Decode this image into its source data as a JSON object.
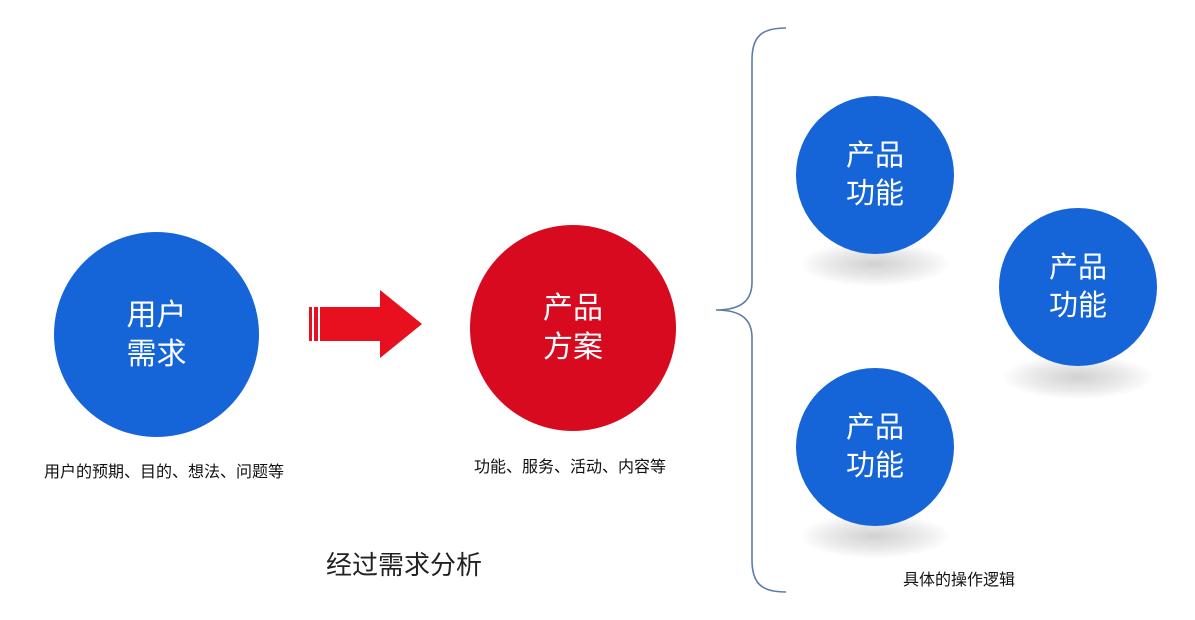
{
  "nodes": {
    "user_need": {
      "line1": "用户",
      "line2": "需求",
      "caption": "用户的预期、目的、想法、问题等"
    },
    "product_plan": {
      "line1": "产品",
      "line2": "方案",
      "caption": "功能、服务、活动、内容等"
    },
    "feature_1": {
      "line1": "产品",
      "line2": "功能"
    },
    "feature_2": {
      "line1": "产品",
      "line2": "功能"
    },
    "feature_3": {
      "line1": "产品",
      "line2": "功能"
    }
  },
  "labels": {
    "analysis": "经过需求分析",
    "logic": "具体的操作逻辑"
  },
  "colors": {
    "blue": "#1565d8",
    "red": "#d80a1f",
    "arrow": "#e8101e",
    "brace": "#5b7ca6"
  },
  "icons": {
    "arrow": "right-arrow-icon",
    "brace": "curly-brace-icon"
  }
}
